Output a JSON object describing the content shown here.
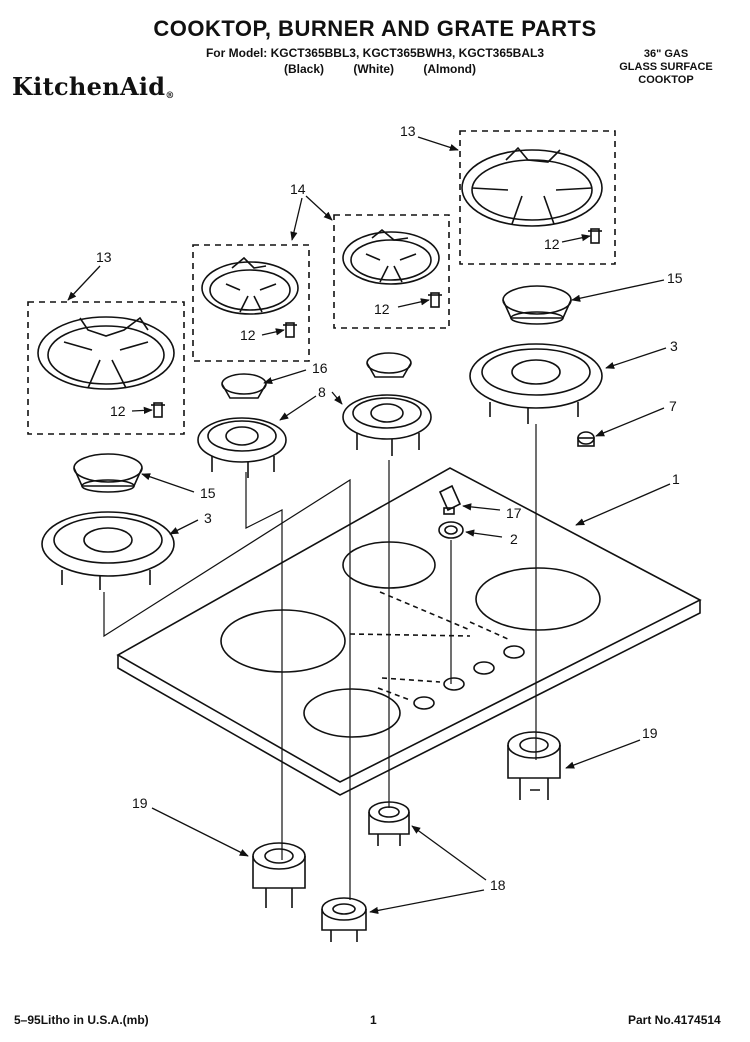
{
  "header": {
    "title": "COOKTOP, BURNER AND GRATE PARTS",
    "models_line": "For Model: KGCT365BBL3, KGCT365BWH3, KGCT365BAL3",
    "variants": [
      "(Black)",
      "(White)",
      "(Almond)"
    ],
    "brand": "KitchenAid",
    "brand_mark": "®",
    "description": [
      "36\" GAS",
      "GLASS SURFACE",
      "COOKTOP"
    ]
  },
  "callouts": {
    "c13a": "13",
    "c14": "14",
    "c13b": "13",
    "c12a": "12",
    "c12b": "12",
    "c12c": "12",
    "c12d": "12",
    "c15a": "15",
    "c3a": "3",
    "c7": "7",
    "c16": "16",
    "c8": "8",
    "c1": "1",
    "c17": "17",
    "c2": "2",
    "c15b": "15",
    "c3b": "3",
    "c19a": "19",
    "c19b": "19",
    "c18": "18"
  },
  "footer": {
    "left": "5–95Litho in U.S.A.(mb)",
    "center": "1",
    "right": "Part No.4174514"
  },
  "colors": {
    "line": "#111111",
    "background": "#ffffff"
  }
}
